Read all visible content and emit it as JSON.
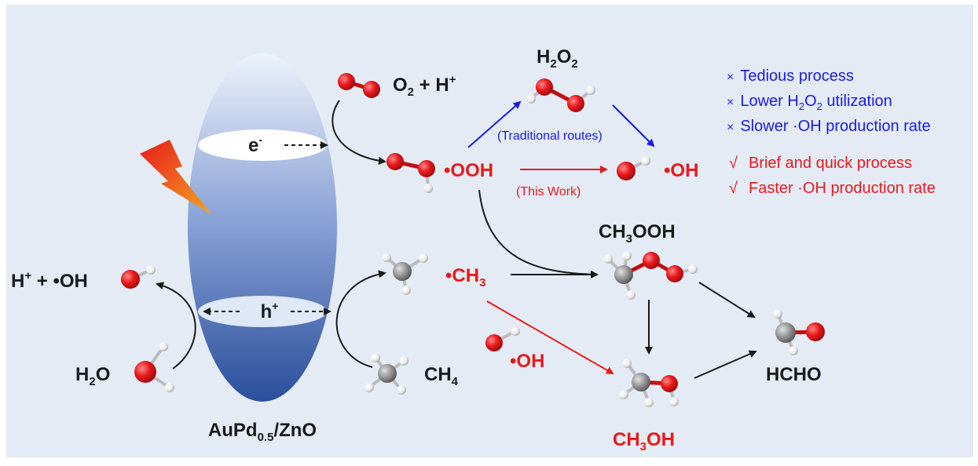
{
  "catalyst": {
    "name": "AuPd",
    "sub": "0.5",
    "suffix": "/ZnO"
  },
  "band": {
    "electron": "e",
    "electron_sup": "-",
    "hole": "h",
    "hole_sup": "+"
  },
  "species": {
    "o2_h": {
      "a": "O",
      "sub": "2",
      "b": " + H",
      "sup": "+"
    },
    "ooh": "•OOH",
    "h2o2": {
      "a": "H",
      "s1": "2",
      "b": "O",
      "s2": "2"
    },
    "oh_top": "•OH",
    "h_oh": {
      "a": "H",
      "sup": "+",
      "b": " + •OH"
    },
    "h2o": {
      "a": "H",
      "sub": "2",
      "b": "O"
    },
    "ch4": {
      "a": "CH",
      "sub": "4"
    },
    "ch3": {
      "a": "•CH",
      "sub": "3"
    },
    "oh_mid": "•OH",
    "ch3ooh": {
      "a": "CH",
      "sub": "3",
      "b": "OOH"
    },
    "ch3oh": {
      "a": "CH",
      "sub": "3",
      "b": "OH"
    },
    "hcho": "HCHO"
  },
  "routes": {
    "traditional": "(Traditional routes)",
    "this_work": "(This Work)"
  },
  "notes": {
    "cons": [
      {
        "mark": "×",
        "text": "Tedious process"
      },
      {
        "mark": "×",
        "text_a": "Lower H",
        "sub": "2",
        "text_b": "O",
        "sub2": "2",
        "text_c": " utilization"
      },
      {
        "mark": "×",
        "text": "Slower ·OH production rate"
      }
    ],
    "pros": [
      {
        "mark": "√",
        "text": "Brief and quick process"
      },
      {
        "mark": "√",
        "text": "Faster ·OH production rate"
      }
    ]
  },
  "colors": {
    "background": "#e4ebf5",
    "oxygen": "#e8191c",
    "carbon": "#9a9a9a",
    "hydrogen": "#f2f2f2",
    "blue_arrow": "#1a1ae6",
    "red_arrow": "#e8191c",
    "bolt_top": "#e8191c",
    "bolt_bottom": "#f5a623"
  }
}
